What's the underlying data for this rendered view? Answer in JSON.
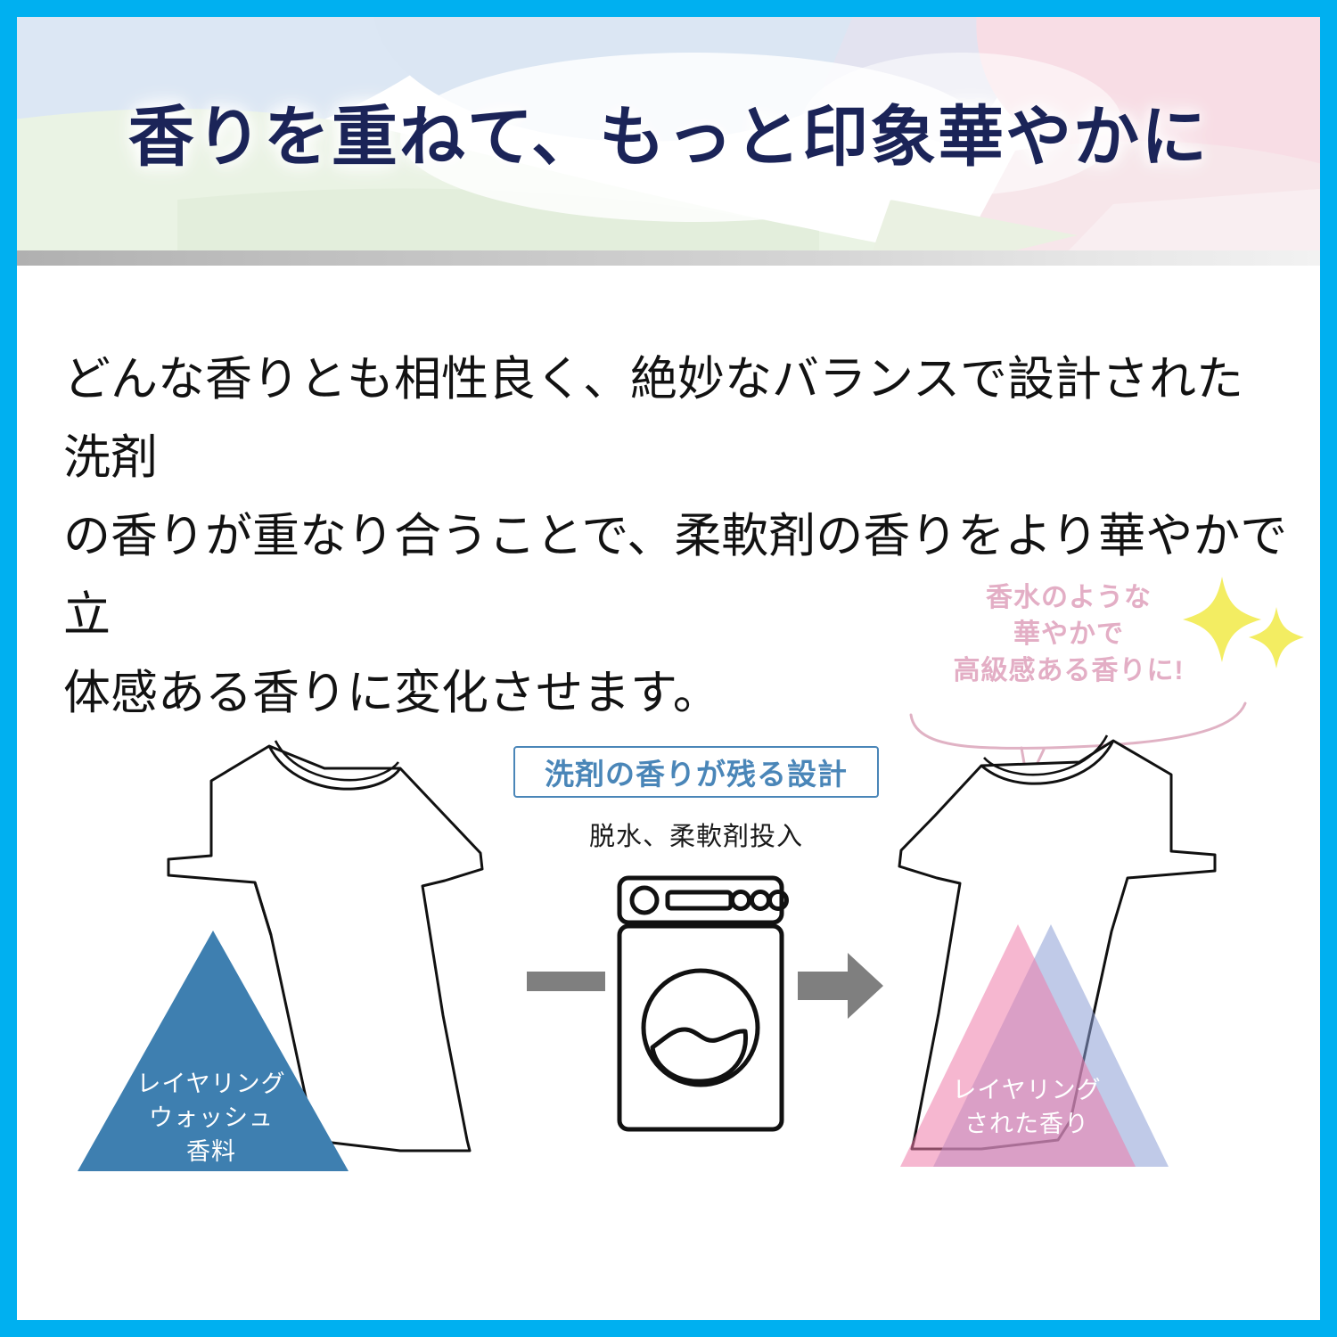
{
  "poster": {
    "border_color": "#00b0f0",
    "background": "#ffffff"
  },
  "header": {
    "title": "香りを重ねて、もっと印象華やかに",
    "title_color": "#1b2458",
    "palette": {
      "blue": "#dbe6f3",
      "green": "#e9f2e2",
      "pink": "#f8dde4",
      "rose": "#f6e3e8",
      "lavender": "#e7e3f1"
    }
  },
  "body": {
    "lines": [
      "どんな香りとも相性良く、絶妙なバランスで設計された洗剤",
      "の香りが重なり合うことで、柔軟剤の香りをより華やかで立",
      "体感ある香りに変化させます。"
    ]
  },
  "diagram": {
    "bubble": {
      "lines": [
        "香水のような",
        "華やかで",
        "高級感ある香りに!"
      ],
      "text_color": "#e3aec5",
      "outline_color": "#e0b2c4"
    },
    "sparkles": {
      "color": "#f2ec64",
      "count": 2
    },
    "callout": {
      "label": "洗剤の香りが残る設計",
      "text_color": "#4a86b8",
      "border_color": "#4a86b8"
    },
    "process_caption": "脱水、柔軟剤投入",
    "machine": {
      "icon": "washing-machine-icon",
      "stroke_color": "#111111"
    },
    "arrows": {
      "in_icon": "arrow-tail-bar",
      "out_icon": "arrow-right-icon",
      "color": "#808080"
    },
    "shirts": {
      "left_icon": "tshirt-outline-icon",
      "right_icon": "tshirt-outline-icon",
      "stroke_color": "#111111"
    },
    "triangle_left": {
      "lines": [
        "レイヤリング",
        "ウォッシュ",
        "香料"
      ],
      "fill": "#3e7fb0",
      "text_color": "#ffffff"
    },
    "triangle_right": {
      "lines": [
        "レイヤリング",
        "された香り"
      ],
      "fill_pink": "#f29fc0",
      "fill_blue": "#9aa8d8",
      "text_color": "#ffffff"
    }
  }
}
